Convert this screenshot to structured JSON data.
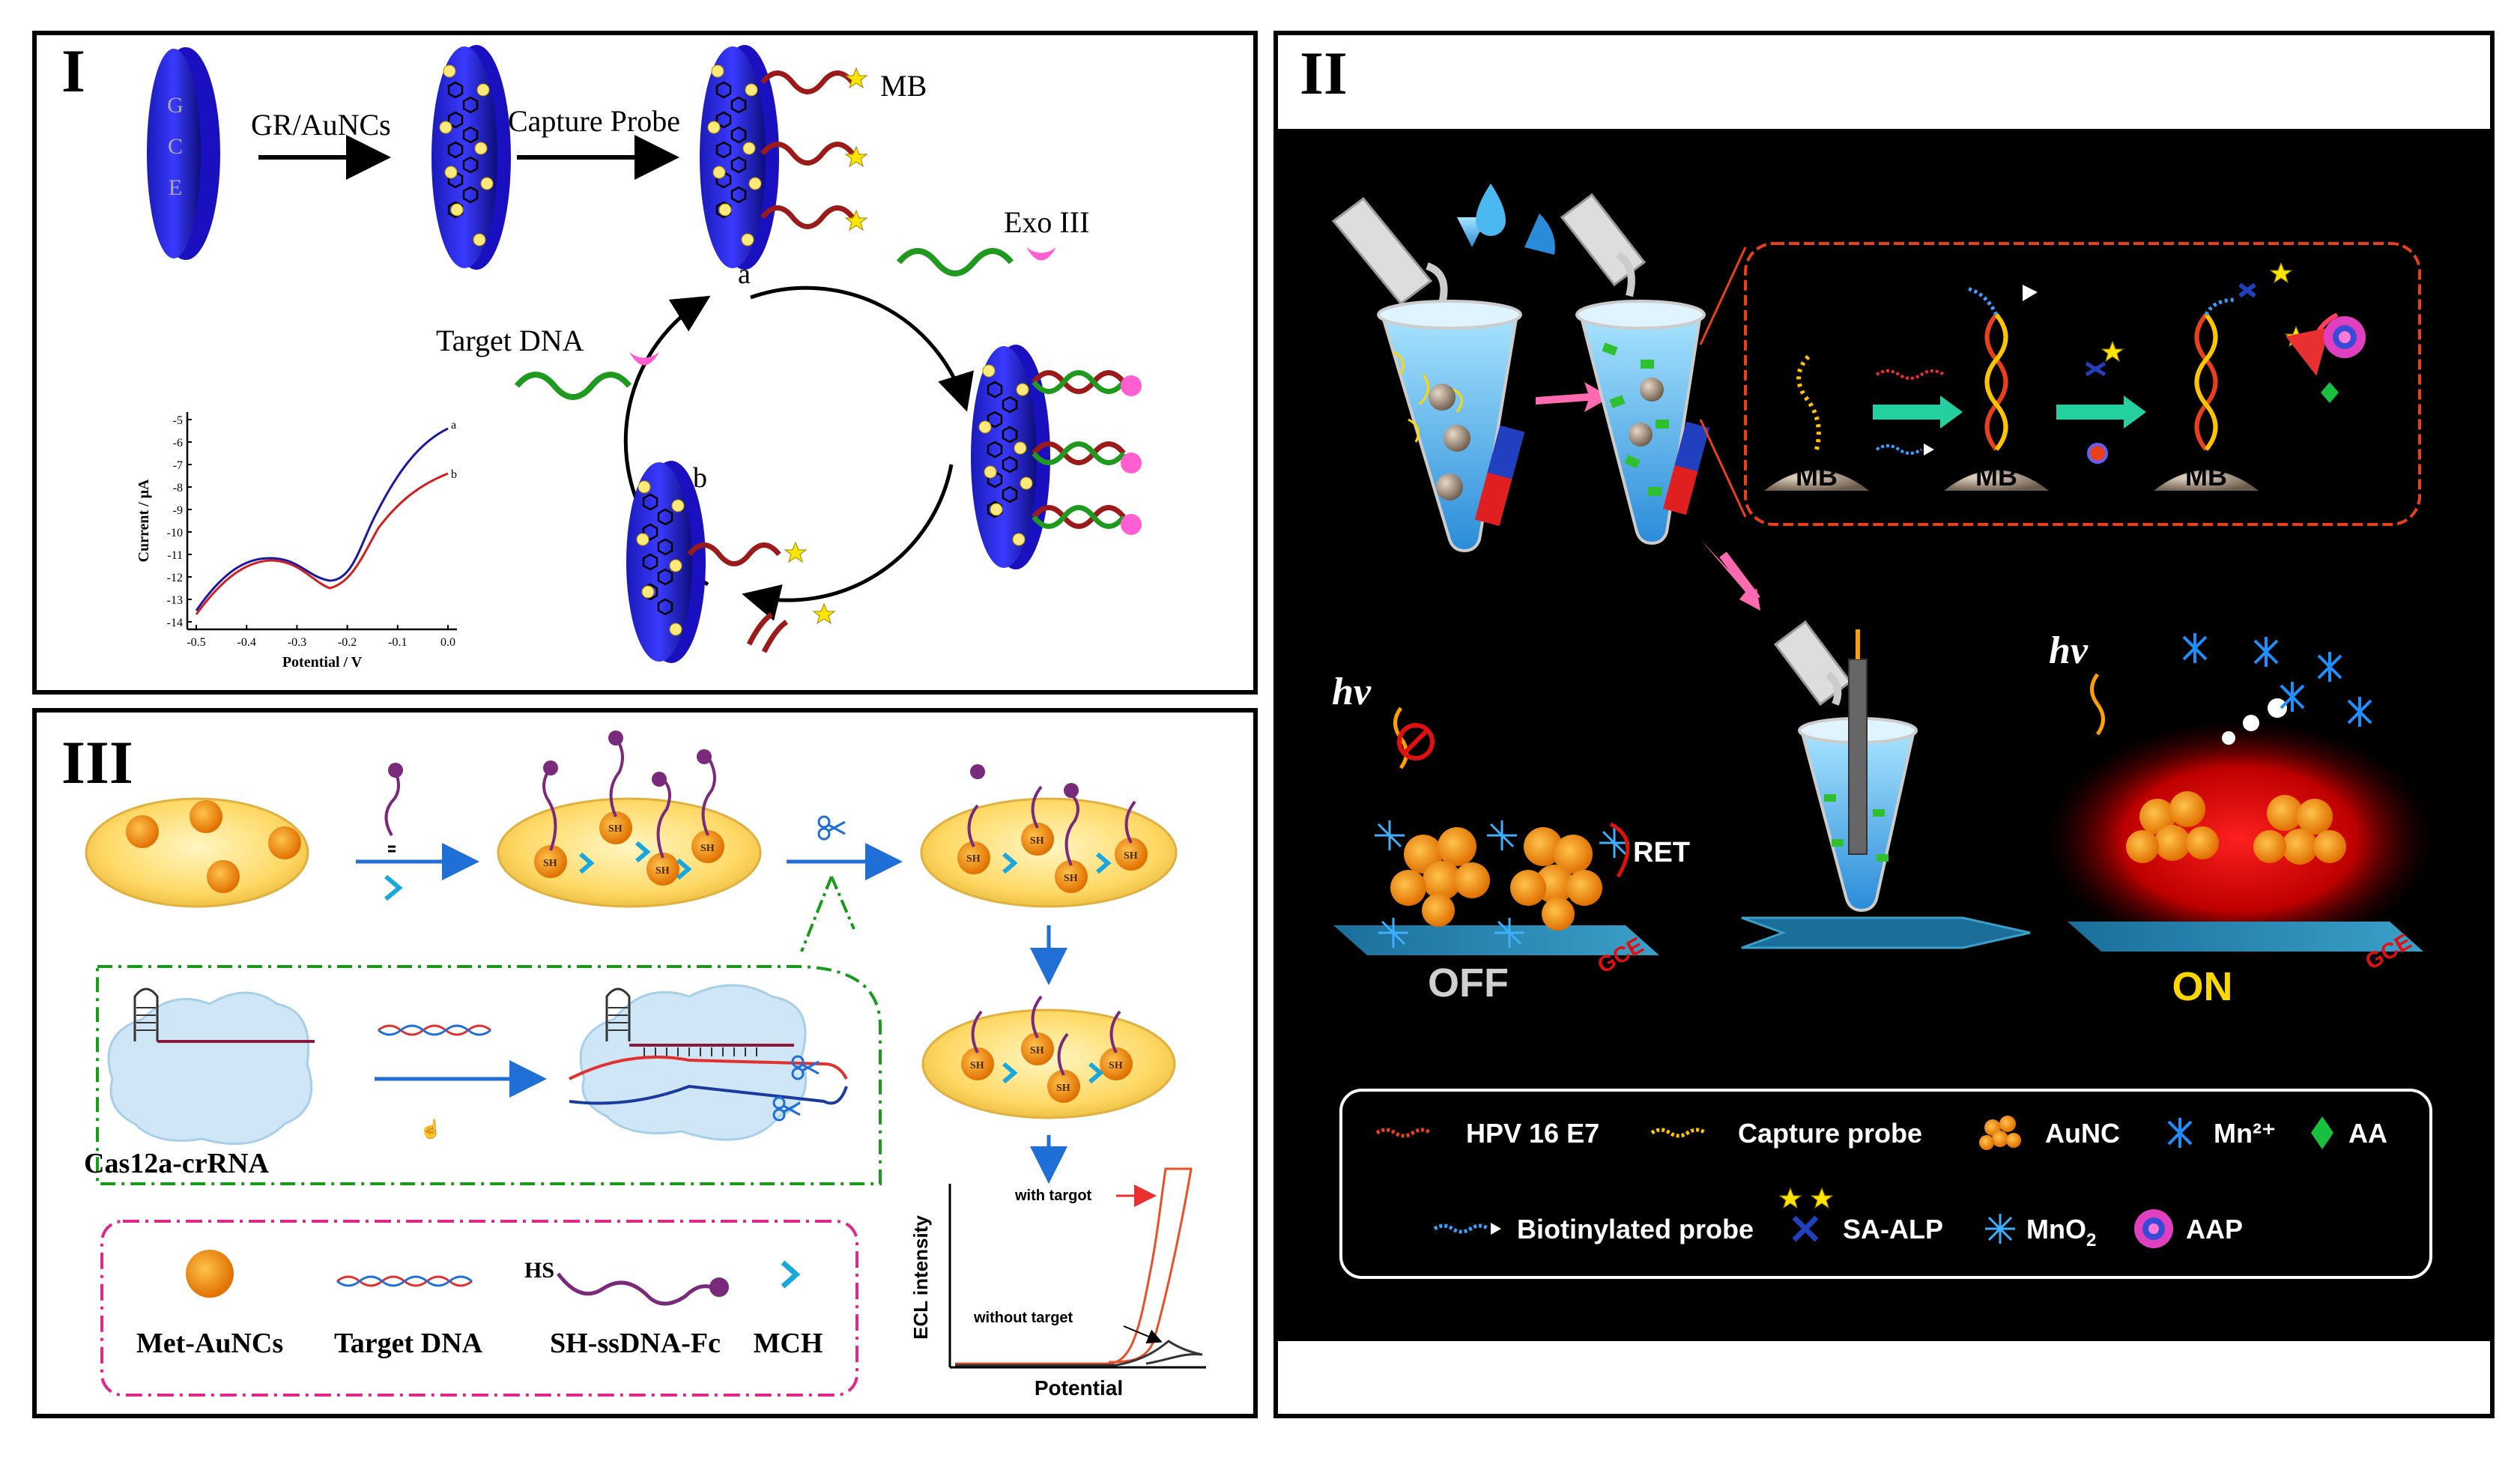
{
  "panel1": {
    "numeral": "I",
    "electrode_letters": [
      "G",
      "C",
      "E"
    ],
    "step1_label": "GR/AuNCs",
    "step2_label": "Capture Probe",
    "mb_label": "MB",
    "exo_label": "Exo III",
    "target_label": "Target  DNA",
    "state_a": "a",
    "state_b": "b",
    "inset_chart": {
      "ylabel": "Current / μA",
      "xlabel": "Potential / V",
      "yticks": [
        "-5",
        "-6",
        "-7",
        "-8",
        "-9",
        "-10",
        "-11",
        "-12",
        "-13",
        "-14"
      ],
      "xticks": [
        "-0.5",
        "-0.4",
        "-0.3",
        "-0.2",
        "-0.1",
        "0.0"
      ],
      "curve_a": "a",
      "curve_b": "b"
    }
  },
  "panel2": {
    "numeral": "II",
    "mb_labels": [
      "MB",
      "MB",
      "MB"
    ],
    "hv_label": "hv",
    "ret_label": "RET",
    "gce_label": "GCE",
    "off_label": "OFF",
    "on_label": "ON",
    "legend": {
      "hpv": "HPV 16 E7",
      "capture": "Capture probe",
      "aunc": "AuNC",
      "mn2": "Mn²⁺",
      "aa": "AA",
      "biotin": "Biotinylated probe",
      "saalp": "SA-ALP",
      "mno2": "MnO",
      "mno2_sub": "2",
      "aap": "AAP"
    },
    "colors": {
      "background": "#000000",
      "red_frame": "#e8401c",
      "on_glow": "#ff1a1a",
      "on_text": "#ffd700"
    }
  },
  "panel3": {
    "numeral": "III",
    "sh_label": "SH",
    "cas_label": "Cas12a-crRNA",
    "legend": {
      "met": "Met-AuNCs",
      "target": "Target DNA",
      "ssdna": "SH-ssDNA-Fc",
      "hs": "HS",
      "mch": "MCH"
    },
    "ecl_chart": {
      "ylabel": "ECL intensity",
      "xlabel": "Potential",
      "with_target": "with targot",
      "without_target": "without target"
    }
  }
}
